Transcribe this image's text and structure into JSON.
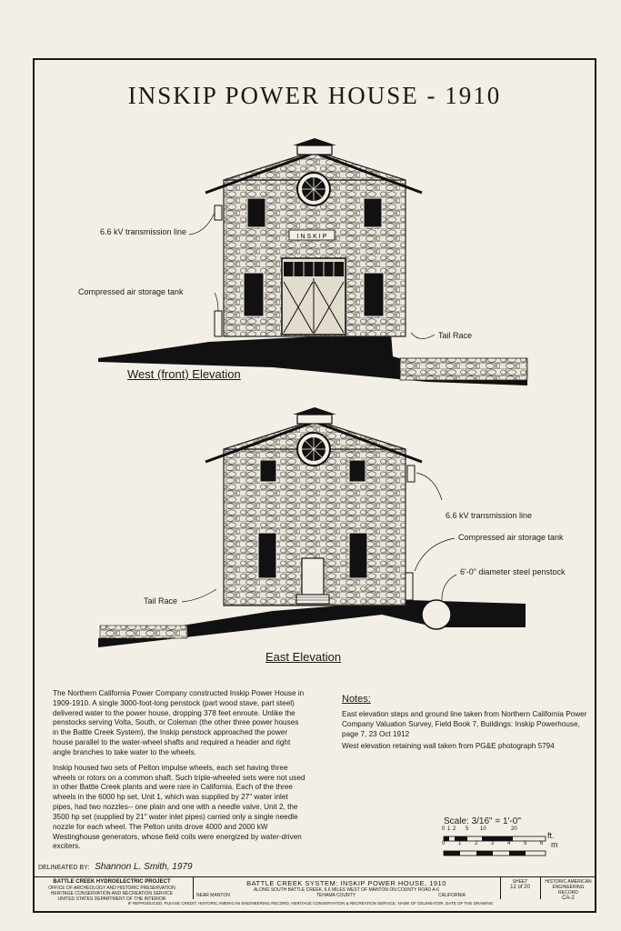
{
  "title": "INSKIP POWER HOUSE - 1910",
  "west": {
    "heading": "West (front) Elevation",
    "transmission_label": "6.6 kV transmission line",
    "tank_label": "Compressed air storage tank",
    "tail_race_label": "Tail Race",
    "keystone_text": "I N S K I P"
  },
  "east": {
    "heading": "East Elevation",
    "transmission_label": "6.6 kV transmission line",
    "tank_label": "Compressed air storage tank",
    "penstock_label": "6'-0\" diameter steel penstock",
    "tail_race_label": "Tail Race"
  },
  "narrative": {
    "p1": "The Northern California Power Company constructed Inskip Power House in 1909-1910. A single 3000-foot-long penstock (part wood stave, part steel) delivered water to the power house, dropping 378 feet enroute. Unlike the penstocks serving Volta, South, or Coleman (the other three power houses in the Battle Creek System), the Inskip penstock approached the power house parallel to the water-wheel shafts and required a header and right angle branches to take water to the wheels.",
    "p2": "Inskip housed two sets of Pelton impulse wheels, each set having three wheels or rotors on a common shaft. Such triple-wheeled sets were not used in other Battle Creek plants and were rare in California. Each of the three wheels in the 6000 hp set, Unit 1, which was supplied by 27\" water inlet pipes, had two nozzles-- one plain and one with a needle valve. Unit 2, the 3500 hp set (supplied by 21\" water inlet pipes) carried only a single needle nozzle for each wheel. The Pelton units drove 4000 and 2000 kW Westinghouse generators, whose field coils were energized by water-driven exciters."
  },
  "notes": {
    "heading": "Notes:",
    "n1": "East elevation steps and ground line taken from Northern California Power Company Valuation Survey, Field Book 7, Buildings: Inskip Powerhouse, page 7, 23 Oct 1912",
    "n2": "West elevation retaining wall taken from PG&E photograph 5794"
  },
  "scale": {
    "label": "Scale: 3/16\" = 1'-0\"",
    "ft_ticks": [
      "0",
      "1",
      "2",
      "5",
      "10",
      "20"
    ],
    "ft_unit": "ft.",
    "m_ticks": [
      "0",
      "1",
      "2",
      "3",
      "4",
      "5",
      "6"
    ],
    "m_unit": "m"
  },
  "delineator": {
    "prefix": "DELINEATED BY:",
    "name": "Shannon L. Smith, 1979"
  },
  "title_block": {
    "project": "BATTLE CREEK HYDROELECTRIC PROJECT",
    "agency_1": "OFFICE OF ARCHEOLOGY AND HISTORIC PRESERVATION",
    "agency_2": "HERITAGE CONSERVATION AND RECREATION SERVICE",
    "agency_3": "UNITED STATES DEPARTMENT OF THE INTERIOR",
    "drawing_title": "BATTLE CREEK SYSTEM: INSKIP POWER HOUSE, 1910",
    "location_1": "ALONG SOUTH BATTLE CREEK, 6.6 MILES WEST OF MANTON ON COUNTY ROAD A-6",
    "near": "NEAR MANTON",
    "county": "TEHAMA COUNTY",
    "state": "CALIFORNIA",
    "sheet_label": "SHEET",
    "sheet_value": "12 of 20",
    "record_1": "HISTORIC AMERICAN",
    "record_2": "ENGINEERING RECORD",
    "record_id": "CA-2"
  },
  "footer": "IF REPRODUCED, PLEASE CREDIT: HISTORIC AMERICAN ENGINEERING RECORD, HERITAGE CONSERVATION & RECREATION SERVICE, NAME OF DELINEATOR, DATE OF THE DRAWING"
}
